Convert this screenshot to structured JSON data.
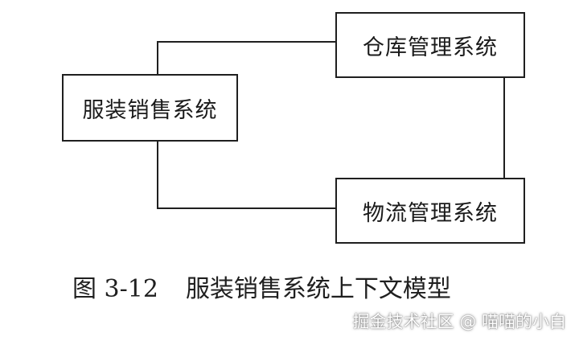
{
  "diagram": {
    "nodes": {
      "sales_system": "服装销售系统",
      "warehouse_system": "仓库管理系统",
      "logistics_system": "物流管理系统"
    },
    "edges": [
      {
        "from": "sales_system",
        "to": "warehouse_system"
      },
      {
        "from": "sales_system",
        "to": "logistics_system"
      },
      {
        "from": "warehouse_system",
        "to": "logistics_system"
      }
    ],
    "line_color": "#1f1f1f"
  },
  "caption": {
    "figure_number": "图 3-12",
    "title": "服装销售系统上下文模型"
  },
  "watermark": {
    "text": "掘金技术社区 @ 喵喵的小白"
  }
}
